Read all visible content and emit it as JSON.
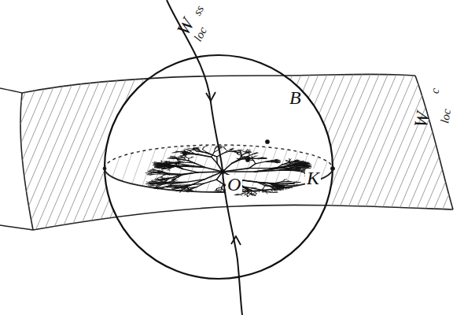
{
  "diagram": {
    "labels": [
      "W",
      "ss",
      "loc",
      "B",
      "W",
      "c",
      "loc",
      "O",
      "K"
    ]
  }
}
